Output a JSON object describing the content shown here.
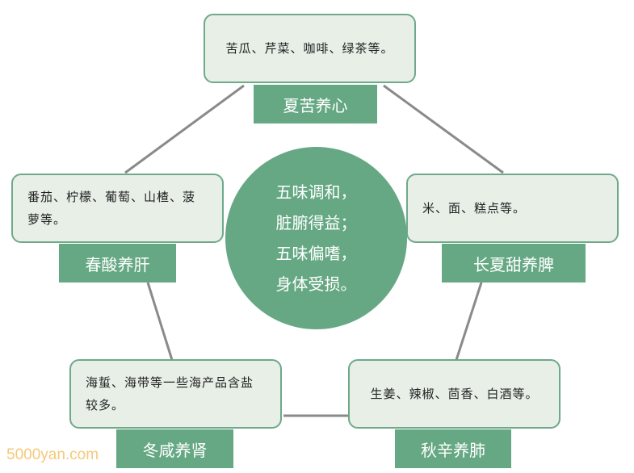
{
  "center": {
    "lines": [
      "五味调和，",
      "脏腑得益；",
      "五味偏嗜，",
      "身体受损。"
    ]
  },
  "nodes": [
    {
      "label": "夏苦养心",
      "text": "苦瓜、芹菜、咖啡、绿茶等。"
    },
    {
      "label": "春酸养肝",
      "text": "番茄、柠檬、葡萄、山楂、菠萝等。"
    },
    {
      "label": "长夏甜养脾",
      "text": "米、面、糕点等。"
    },
    {
      "label": "冬咸养肾",
      "text": "海蜇、海带等一些海产品含盐较多。"
    },
    {
      "label": "秋辛养肺",
      "text": "生姜、辣椒、茴香、白酒等。"
    }
  ],
  "watermark": "5000yan.com",
  "colors": {
    "accent": "#66a884",
    "box": "#e7efe7",
    "line": "#8a8a8a"
  }
}
